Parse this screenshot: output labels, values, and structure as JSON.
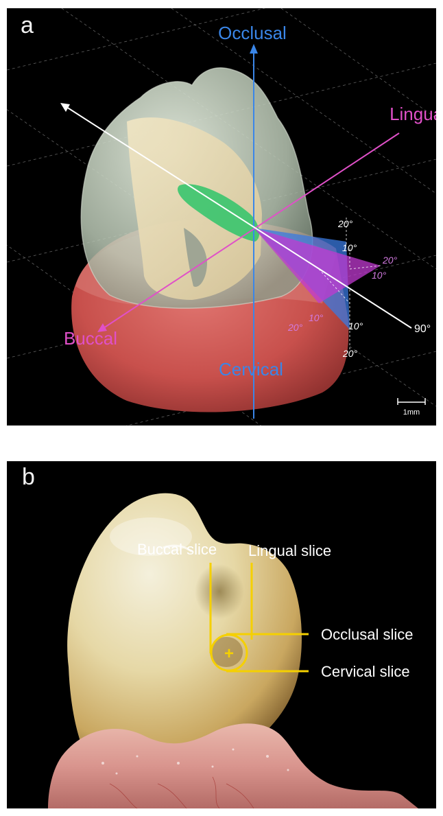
{
  "panel_a": {
    "letter": "a",
    "axes": {
      "occlusal": "Occlusal",
      "lingual": "Lingual",
      "buccal": "Buccal",
      "cervical": "Cervical"
    },
    "angle_labels": {
      "top_20": "20°",
      "top_10": "10°",
      "right_20": "20°",
      "right_10": "10°",
      "ninety": "90°",
      "bottom_10": "10°",
      "bottom_20": "20°",
      "left_10": "10°",
      "left_20": "20°"
    },
    "scale_bar": "1mm",
    "colors": {
      "occlusal_axis": "#3a86e8",
      "lingual_buccal_axis": "#e050c8",
      "reference_axis": "#ffffff",
      "gum": "#c8504c",
      "pulp": "#2fc46a"
    }
  },
  "panel_b": {
    "letter": "b",
    "labels": {
      "buccal_slice": "Buccal slice",
      "lingual_slice": "Lingual slice",
      "occlusal_slice": "Occlusal slice",
      "cervical_slice": "Cervical slice"
    },
    "center_mark": "+",
    "colors": {
      "guide_lines": "#f5d000"
    }
  }
}
